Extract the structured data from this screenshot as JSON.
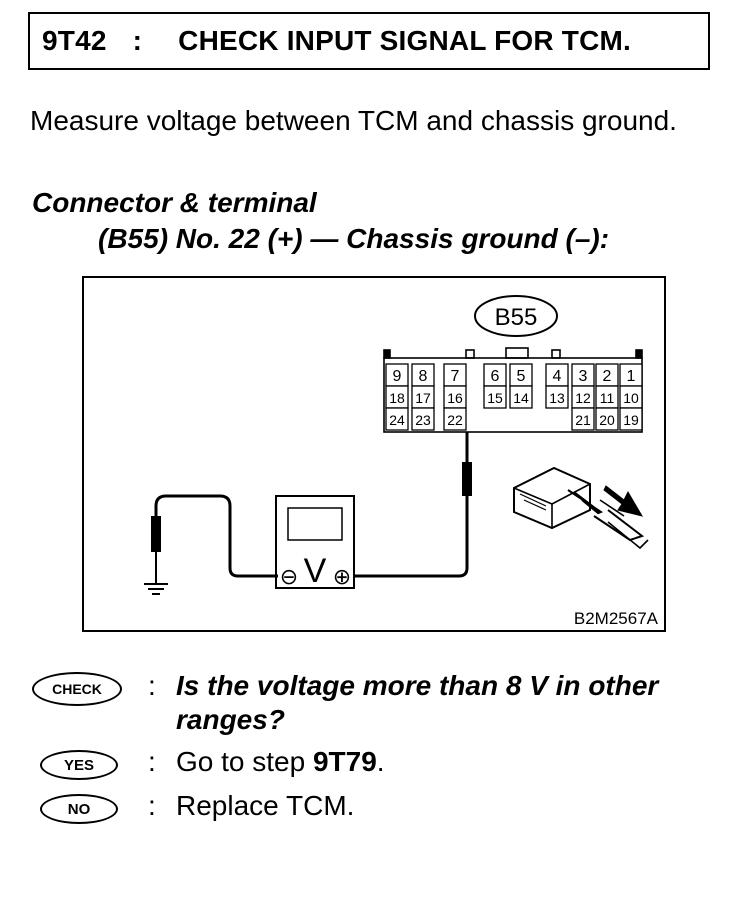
{
  "header": {
    "code": "9T42",
    "separator": ":",
    "title": "CHECK INPUT SIGNAL FOR TCM."
  },
  "instruction": {
    "text": "Measure voltage between TCM and chassis ground."
  },
  "connector": {
    "heading": "Connector & terminal",
    "spec": "(B55) No. 22 (+) — Chassis ground (–):"
  },
  "diagram": {
    "connector_label": "B55",
    "figure_id": "B2M2567A",
    "meter_symbol": "V",
    "minus_symbol": "⊖",
    "plus_symbol": "⊕",
    "pins_row1": [
      "9",
      "8",
      "7",
      "6",
      "5",
      "4",
      "3",
      "2",
      "1"
    ],
    "pins_row2": [
      "18",
      "17",
      "16",
      "15",
      "14",
      "13",
      "12",
      "11",
      "10"
    ],
    "pins_row3": [
      "24",
      "23",
      "22",
      "21",
      "20",
      "19"
    ]
  },
  "checks": [
    {
      "badge": "CHECK",
      "separator": ":",
      "text_line1": "Is the voltage more than 8 V in other",
      "text_line2": "ranges?"
    },
    {
      "badge": "YES",
      "separator": ":",
      "text_prefix": "Go to step ",
      "text_bold": "9T79",
      "text_suffix": "."
    },
    {
      "badge": "NO",
      "separator": ":",
      "text": "Replace TCM."
    }
  ]
}
